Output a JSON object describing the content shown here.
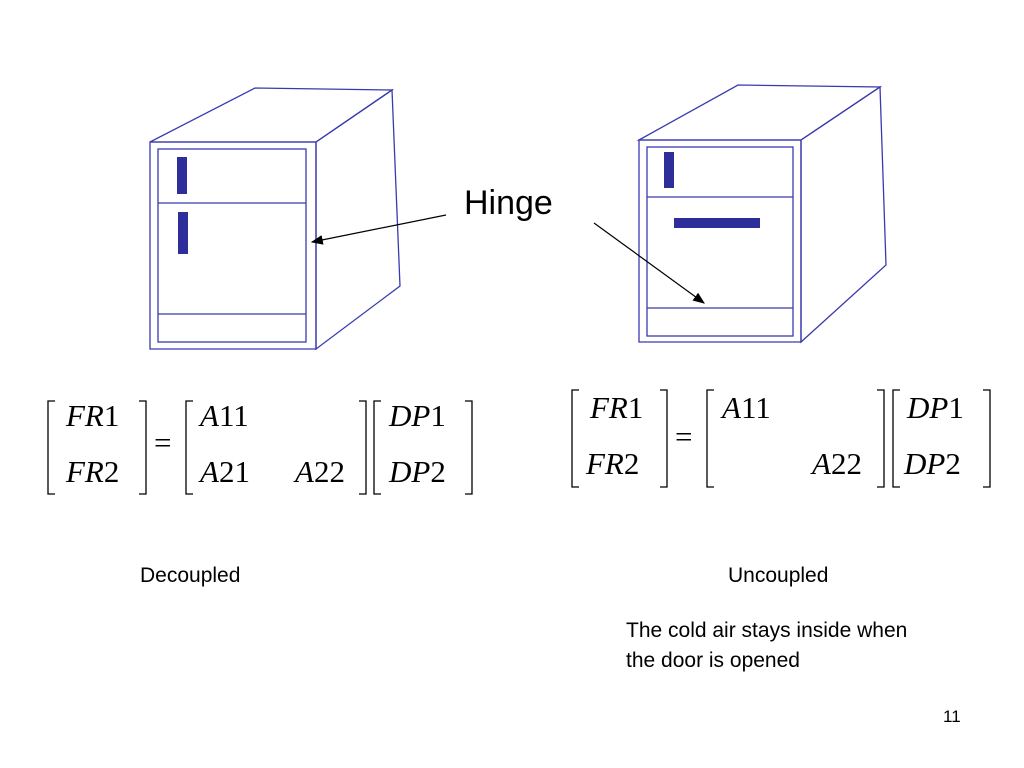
{
  "annotation": {
    "hinge": "Hinge"
  },
  "left": {
    "caption": "Decoupled",
    "fr": [
      [
        "FR",
        "1"
      ],
      [
        "FR",
        "2"
      ]
    ],
    "a": [
      [
        "A",
        "11"
      ],
      [
        "A",
        "21"
      ],
      [
        "A",
        "22"
      ]
    ],
    "dp": [
      [
        "DP",
        "1"
      ],
      [
        "DP",
        "2"
      ]
    ],
    "equals": "="
  },
  "right": {
    "caption": "Uncoupled",
    "fr": [
      [
        "FR",
        "1"
      ],
      [
        "FR",
        "2"
      ]
    ],
    "a": [
      [
        "A",
        "11"
      ],
      [
        "A",
        "22"
      ]
    ],
    "dp": [
      [
        "DP",
        "1"
      ],
      [
        "DP",
        "2"
      ]
    ],
    "equals": "=",
    "note_line1": "The cold air stays inside when",
    "note_line2": "the door is opened"
  },
  "page_number": "11",
  "colors": {
    "outline": "#3a3ab0",
    "handle": "#2e2e9a",
    "text": "#000000"
  }
}
